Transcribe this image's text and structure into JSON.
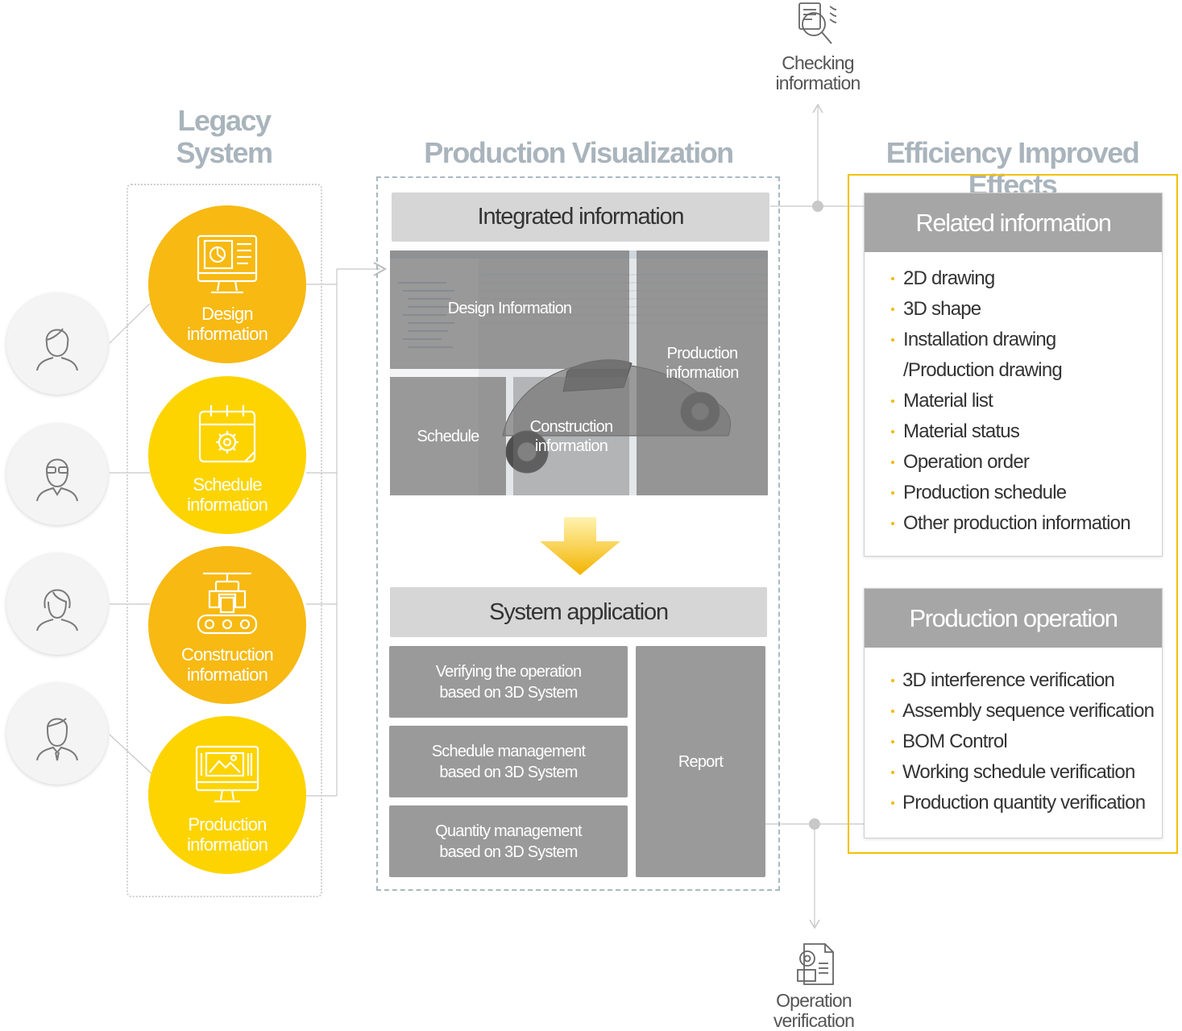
{
  "legacy": {
    "title_line1": "Legacy",
    "title_line2": "System",
    "items": [
      {
        "line1": "Design",
        "line2": "information",
        "icon": "monitor-chart-icon"
      },
      {
        "line1": "Schedule",
        "line2": "information",
        "icon": "calendar-gear-icon"
      },
      {
        "line1": "Construction",
        "line2": "information",
        "icon": "assembly-machine-icon"
      },
      {
        "line1": "Production",
        "line2": "information",
        "icon": "monitor-drawing-icon"
      }
    ]
  },
  "visualization": {
    "title": "Production Visualization",
    "integrated": "Integrated information",
    "tiles": {
      "design": "Design Information",
      "schedule": "Schedule",
      "construction_line1": "Construction",
      "construction_line2": "information",
      "production_line1": "Production",
      "production_line2": "information"
    },
    "system_application": "System application",
    "apps": [
      {
        "line1": "Verifying the operation",
        "line2": "based on 3D System"
      },
      {
        "line1": "Schedule management",
        "line2": "based on 3D System"
      },
      {
        "line1": "Quantity management",
        "line2": "based on 3D System"
      }
    ],
    "report": "Report"
  },
  "effects": {
    "title": "Efficiency Improved Effects",
    "related": {
      "title": "Related information",
      "items": [
        "2D drawing",
        "3D shape",
        "Installation drawing",
        "/Production drawing",
        "Material list",
        "Material status",
        "Operation order",
        "Production schedule",
        "Other production information"
      ]
    },
    "operation": {
      "title": "Production operation",
      "items": [
        "3D interference verification",
        "Assembly sequence verification",
        "BOM Control",
        "Working schedule verification",
        "Production quantity verification"
      ]
    }
  },
  "checking": {
    "line1": "Checking",
    "line2": "information",
    "icon": "document-magnifier-icon"
  },
  "opverify": {
    "line1": "Operation",
    "line2": "verification",
    "icon": "document-gear-icon"
  },
  "colors": {
    "yellow_dark": "#f6b80f",
    "yellow_light": "#fdd400",
    "header_gray": "#a9b4bc",
    "highlight_border": "#f3c100"
  }
}
